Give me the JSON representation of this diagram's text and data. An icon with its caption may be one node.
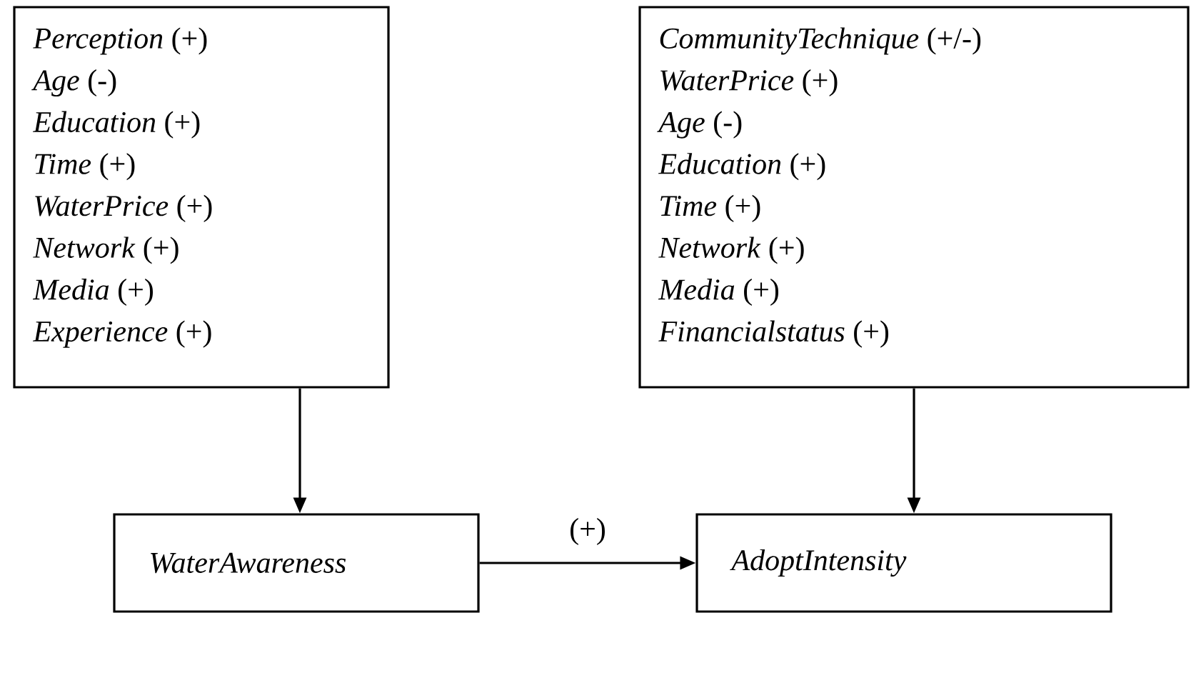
{
  "diagram": {
    "nodes": [
      {
        "text": [
          "*Perception* (+)",
          "*Age* (-)",
          "*Education* (+)",
          "*Time* (+)",
          "*WaterPrice* (+)",
          "*Network* (+)",
          "*Media* (+)",
          "*Experience* (+)"
        ]
      },
      {
        "text": [
          "*CommunityTechnique* (+/-)",
          "*WaterPrice* (+)",
          "*Age* (-)",
          "*Education* (+)",
          "*Time* (+)",
          "*Network* (+)",
          "*Media* (+)",
          "*Financialstatus* (+)"
        ]
      },
      {
        "text": [
          "*WaterAwareness*"
        ]
      },
      {
        "text": [
          "*AdoptIntensity*"
        ]
      }
    ],
    "edges": [
      {
        "from": 0,
        "to": 2,
        "arrow": "to"
      },
      {
        "from": 1,
        "to": 3,
        "arrow": "to"
      },
      {
        "from": 2,
        "to": 3,
        "arrow": "to",
        "label": "(+)"
      }
    ]
  }
}
